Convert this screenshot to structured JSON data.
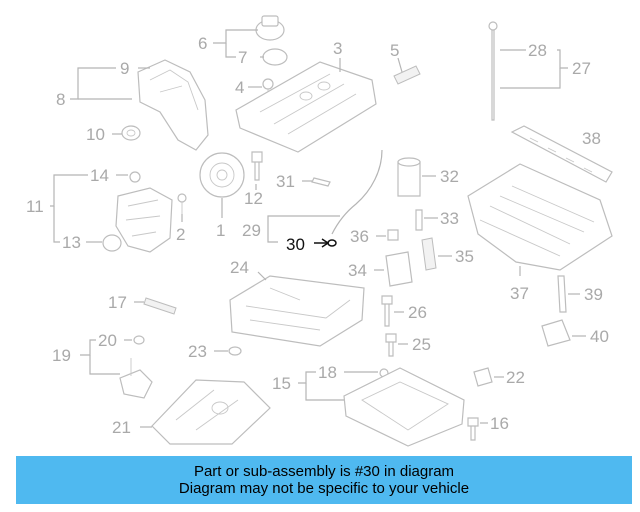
{
  "callouts": [
    {
      "id": 1,
      "label": "1"
    },
    {
      "id": 2,
      "label": "2"
    },
    {
      "id": 3,
      "label": "3"
    },
    {
      "id": 4,
      "label": "4"
    },
    {
      "id": 5,
      "label": "5"
    },
    {
      "id": 6,
      "label": "6"
    },
    {
      "id": 7,
      "label": "7"
    },
    {
      "id": 8,
      "label": "8"
    },
    {
      "id": 9,
      "label": "9"
    },
    {
      "id": 10,
      "label": "10"
    },
    {
      "id": 11,
      "label": "11"
    },
    {
      "id": 12,
      "label": "12"
    },
    {
      "id": 13,
      "label": "13"
    },
    {
      "id": 14,
      "label": "14"
    },
    {
      "id": 15,
      "label": "15"
    },
    {
      "id": 16,
      "label": "16"
    },
    {
      "id": 17,
      "label": "17"
    },
    {
      "id": 18,
      "label": "18"
    },
    {
      "id": 19,
      "label": "19"
    },
    {
      "id": 20,
      "label": "20"
    },
    {
      "id": 21,
      "label": "21"
    },
    {
      "id": 22,
      "label": "22"
    },
    {
      "id": 23,
      "label": "23"
    },
    {
      "id": 24,
      "label": "24"
    },
    {
      "id": 25,
      "label": "25"
    },
    {
      "id": 26,
      "label": "26"
    },
    {
      "id": 27,
      "label": "27"
    },
    {
      "id": 28,
      "label": "28"
    },
    {
      "id": 29,
      "label": "29"
    },
    {
      "id": 30,
      "label": "30"
    },
    {
      "id": 31,
      "label": "31"
    },
    {
      "id": 32,
      "label": "32"
    },
    {
      "id": 33,
      "label": "33"
    },
    {
      "id": 34,
      "label": "34"
    },
    {
      "id": 35,
      "label": "35"
    },
    {
      "id": 36,
      "label": "36"
    },
    {
      "id": 37,
      "label": "37"
    },
    {
      "id": 38,
      "label": "38"
    },
    {
      "id": 39,
      "label": "39"
    },
    {
      "id": 40,
      "label": "40"
    }
  ],
  "highlighted_part": 30,
  "colors": {
    "banner_bg": "#4fb9f0",
    "highlight": "#111111",
    "part_gray": "#a9a9a9"
  },
  "banner": {
    "line1": "Part or sub-assembly is #30 in diagram",
    "line2": "Diagram may not be specific to your vehicle"
  }
}
